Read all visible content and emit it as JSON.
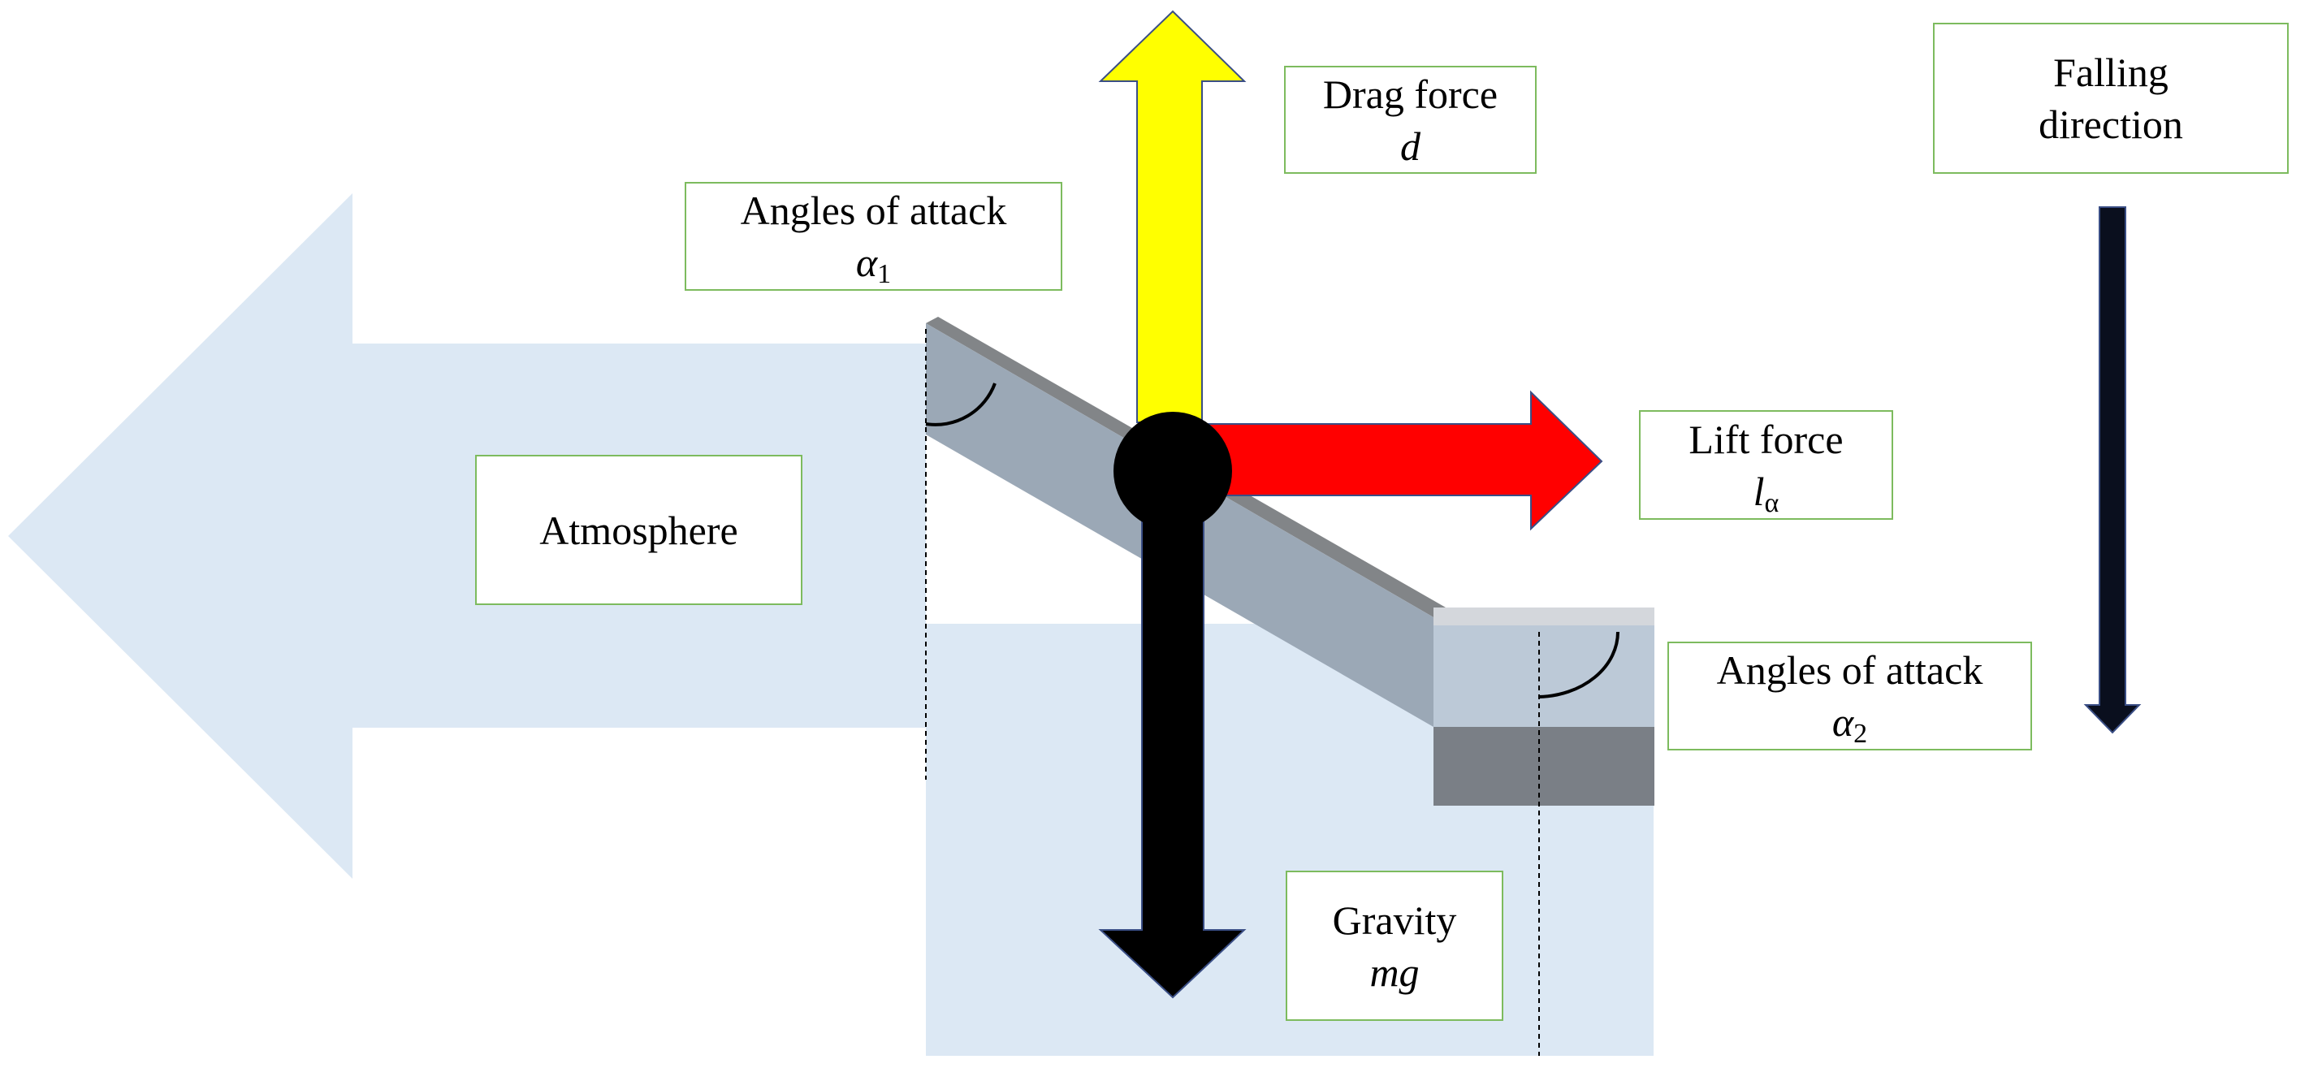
{
  "labels": {
    "drag": {
      "title": "Drag force",
      "symbol": "d"
    },
    "angle1": {
      "title": "Angles of attack",
      "symbol": "α",
      "subscript": "1"
    },
    "falling": {
      "line1": "Falling",
      "line2": "direction"
    },
    "atmosphere": {
      "title": "Atmosphere"
    },
    "lift": {
      "title": "Lift force",
      "symbol": "l",
      "subscript": "α"
    },
    "angle2": {
      "title": "Angles of attack",
      "symbol": "α",
      "subscript": "2"
    },
    "gravity": {
      "title": "Gravity",
      "symbol": "mg"
    }
  },
  "colors": {
    "atmosphere": "#dce8f4",
    "drag_arrow": "#ffff00",
    "lift_arrow": "#ff0000",
    "gravity_arrow": "#000000",
    "falling_arrow": "#0a0f1e",
    "plate": "#9ba8b6",
    "label_border": "#7dbb5e"
  },
  "icons": {
    "drag": "arrow-up",
    "lift": "arrow-right",
    "gravity": "arrow-down",
    "falling": "arrow-down",
    "atmosphere": "arrow-left"
  }
}
